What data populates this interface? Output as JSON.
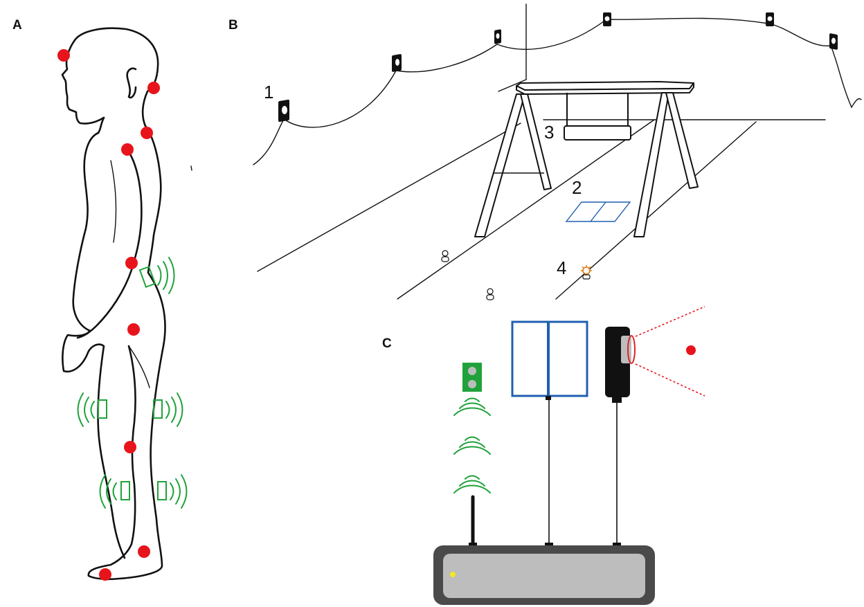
{
  "labels": {
    "panel_a": "A",
    "panel_b": "B",
    "panel_c": "C",
    "item_1": "1",
    "item_2": "2",
    "item_3": "3",
    "item_4": "4"
  },
  "colors": {
    "marker": "#e8141b",
    "imu": "#1fa23a",
    "force_plate": "#1f5fb0",
    "camera_body": "#111111",
    "camera_ring": "#d8262b",
    "laser": "#e8141b",
    "receiver_body": "#bdbdbd",
    "receiver_frame": "#4a4a4a",
    "led": "#f3ea1d",
    "sensor_board": "#1fa23a",
    "speaker": "#e07a10"
  },
  "icons": {
    "motion_camera": "camera-icon",
    "light_gate": "photocell-icon",
    "speaker": "speaker-icon",
    "wireless_sensor": "imu-sensor-icon",
    "data_logger": "receiver-icon"
  }
}
